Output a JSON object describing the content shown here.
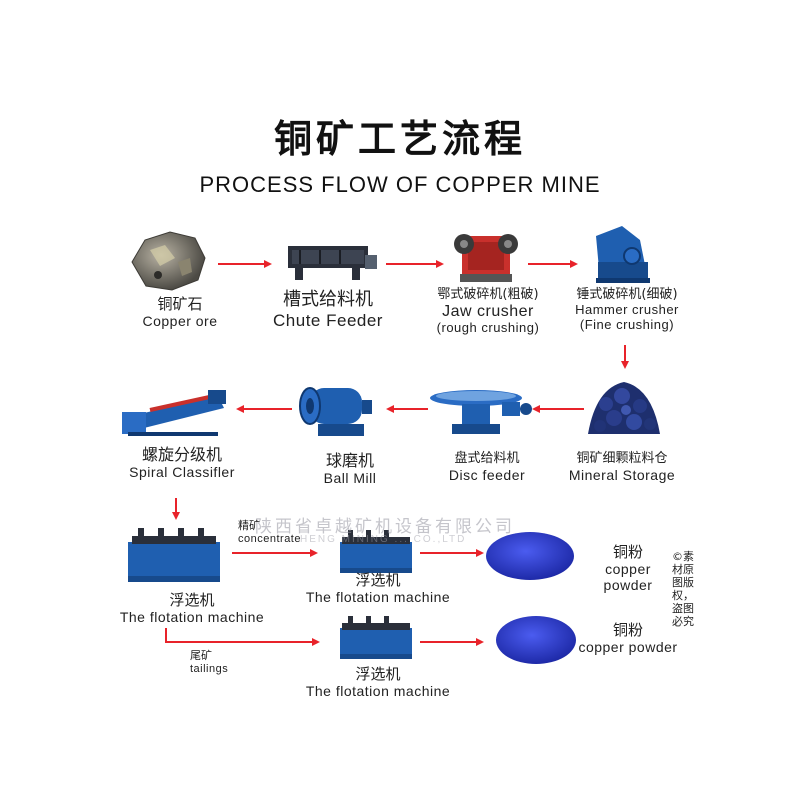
{
  "title_cn": "铜矿工艺流程",
  "title_en": "PROCESS FLOW OF COPPER MINE",
  "steps": {
    "copper_ore": {
      "cn": "铜矿石",
      "en": "Copper ore"
    },
    "chute_feeder": {
      "cn": "槽式给料机",
      "en": "Chute Feeder"
    },
    "jaw_crusher": {
      "cn": "鄂式破碎机(粗破)",
      "en": "Jaw crusher",
      "note": "(rough crushing)"
    },
    "hammer_crusher": {
      "cn": "锤式破碎机(细破)",
      "en": "Hammer crusher",
      "note": "(Fine crushing)"
    },
    "mineral_storage": {
      "cn": "铜矿细颗粒料仓",
      "en": "Mineral Storage"
    },
    "disc_feeder": {
      "cn": "盘式给料机",
      "en": "Disc feeder"
    },
    "ball_mill": {
      "cn": "球磨机",
      "en": "Ball Mill"
    },
    "spiral_classifier": {
      "cn": "螺旋分级机",
      "en": "Spiral Classifler"
    },
    "flotation_main": {
      "cn": "浮选机",
      "en": "The flotation machine"
    },
    "flotation_concentrate": {
      "cn": "浮选机",
      "en": "The flotation machine"
    },
    "flotation_tailings": {
      "cn": "浮选机",
      "en": "The flotation machine"
    },
    "powder_1": {
      "cn": "铜粉",
      "en": "copper powder"
    },
    "powder_2": {
      "cn": "铜粉",
      "en": "copper powder"
    }
  },
  "branches": {
    "concentrate_cn": "精矿",
    "concentrate_en": "concentrate",
    "tailings_cn": "尾矿",
    "tailings_en": "tailings"
  },
  "watermark": {
    "cn": "陕西省卓越矿机设备有限公司",
    "en": "HENG MINING ... CO.,LTD"
  },
  "copyright": "©素材原图版权，盗图必究",
  "colors": {
    "arrow": "#e8232a",
    "machine_blue": "#1f5fb0",
    "machine_dark": "#2a2f3a",
    "powder": "#2d3fd0"
  }
}
